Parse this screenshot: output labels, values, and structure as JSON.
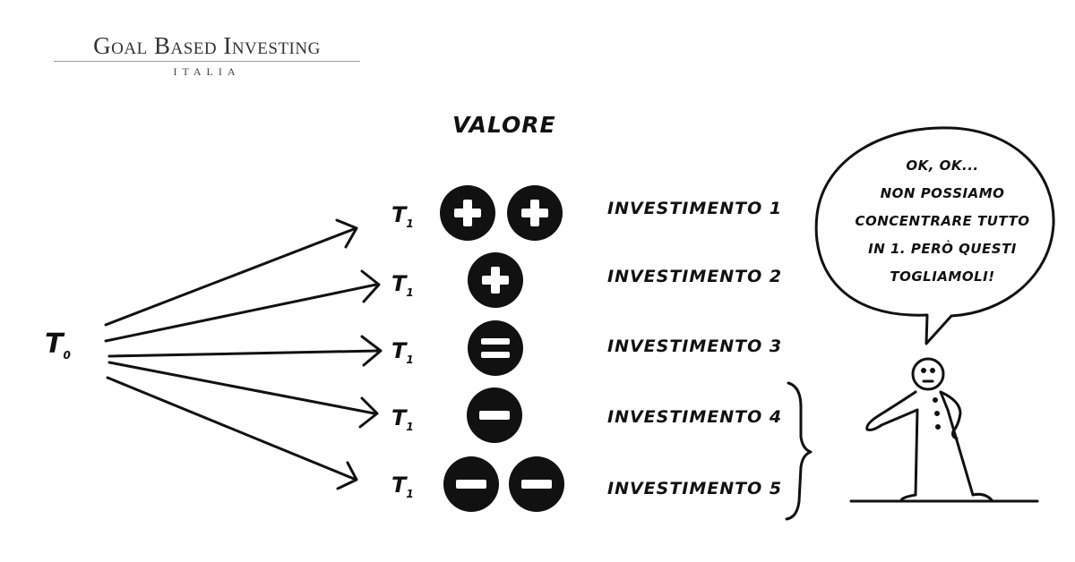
{
  "logo": {
    "title": "Goal Based Investing",
    "subtitle": "ITALIA"
  },
  "diagram": {
    "value_header": "VALORE",
    "origin_label": "T",
    "origin_sub": "0",
    "target_label": "T",
    "target_sub": "1",
    "rows": [
      {
        "label": "INVESTIMENTO 1",
        "symbols": [
          "plus",
          "plus"
        ]
      },
      {
        "label": "INVESTIMENTO 2",
        "symbols": [
          "plus"
        ]
      },
      {
        "label": "INVESTIMENTO 3",
        "symbols": [
          "equals"
        ]
      },
      {
        "label": "INVESTIMENTO 4",
        "symbols": [
          "minus"
        ]
      },
      {
        "label": "INVESTIMENTO 5",
        "symbols": [
          "minus",
          "minus"
        ]
      }
    ],
    "speech_bubble": [
      "OK, OK...",
      "NON POSSIAMO",
      "CONCENTRARE TUTTO",
      "IN 1. PERÒ QUESTI",
      "TOGLIAMOLI!"
    ],
    "colors": {
      "ink": "#111111",
      "background": "#ffffff"
    }
  }
}
